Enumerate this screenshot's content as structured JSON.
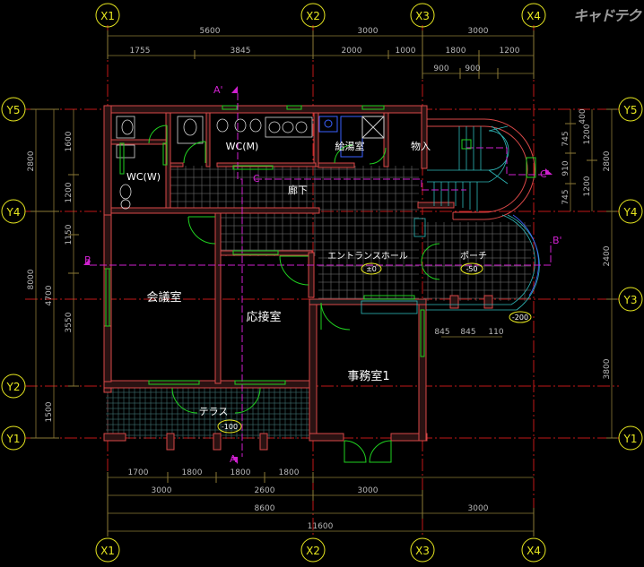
{
  "logo": "キャドテク",
  "grid": {
    "x": [
      "X1",
      "X2",
      "X3",
      "X4"
    ],
    "y": [
      "Y5",
      "Y4",
      "Y3",
      "Y2",
      "Y1"
    ]
  },
  "dims": {
    "top_row1": [
      "5600",
      "3000",
      "3000"
    ],
    "top_row2": [
      "1755",
      "3845",
      "2000",
      "1000",
      "1800",
      "1200"
    ],
    "top_row3": [
      "900",
      "900"
    ],
    "bottom_row1": [
      "1700",
      "1800",
      "1800",
      "1800"
    ],
    "bottom_row2": [
      "3000",
      "2600",
      "3000"
    ],
    "bottom_row3": [
      "8600",
      "3000"
    ],
    "bottom_row4": "11600",
    "left_outer": [
      "2800",
      "8000"
    ],
    "left_inner": [
      "1600",
      "1200",
      "1150",
      "4700",
      "1500"
    ],
    "left_inner2": [
      "3550"
    ],
    "right_outer": [
      "2800",
      "2400",
      "3800"
    ],
    "right_inner": [
      "1200",
      "1200"
    ],
    "right_small": [
      "400",
      "745",
      "910",
      "745"
    ],
    "porch_small": [
      "845",
      "845",
      "110"
    ]
  },
  "rooms": {
    "wc_m": "WC(M)",
    "wc_w": "WC(W)",
    "kyuto": "給湯室",
    "monoire": "物入",
    "roka": "廊下",
    "entrance": "エントランスホール",
    "entrance_level": "±0",
    "porch": "ポーチ",
    "porch_level": "-50",
    "porch_step": "-200",
    "kaigi": "会議室",
    "osetsu": "応接室",
    "jimu": "事務室1",
    "terrace": "テラス",
    "terrace_level": "-100"
  },
  "sections": {
    "a_top": "A'",
    "a_bottom": "A",
    "b_left": "B",
    "b_right": "B'",
    "c_left": "C",
    "c_right": "C'"
  }
}
